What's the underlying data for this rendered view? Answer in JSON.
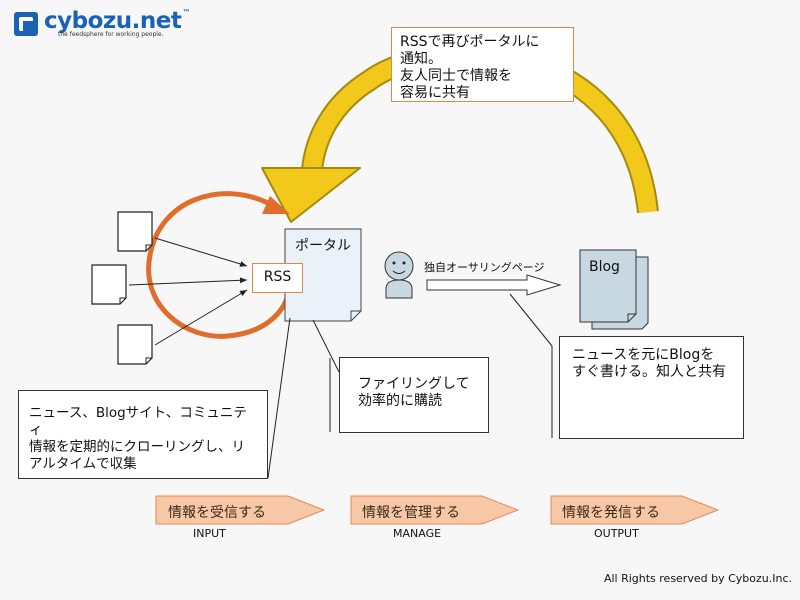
{
  "logo": {
    "name": "cybozu.net",
    "mark": "™",
    "tagline": "the feedsphere for working people."
  },
  "callouts": {
    "rss_notify": [
      "RSSで再びポータルに",
      "通知。",
      "友人同士で情報を",
      "容易に共有"
    ],
    "collect": [
      "ニュース、Blogサイト、コミュニティ",
      "情報を定期的にクローリングし、リ",
      "アルタイムで収集"
    ],
    "filing": [
      "ファイリングして",
      "効率的に購読"
    ],
    "blog_write": [
      "ニュースを元にBlogを",
      "すぐ書ける。知人と共有"
    ]
  },
  "nodes": {
    "portal": "ポータル",
    "rss": "RSS",
    "blog": "Blog",
    "own_page": "独自オーサリングページ"
  },
  "stages": [
    {
      "label": "情報を受信する",
      "sub": "INPUT"
    },
    {
      "label": "情報を管理する",
      "sub": "MANAGE"
    },
    {
      "label": "情報を発信する",
      "sub": "OUTPUT"
    }
  ],
  "colors": {
    "orange": "#e06d2c",
    "yellow": "#f2c81a",
    "yellow_stroke": "#a68a10",
    "stage_fill": "#f7c7a6",
    "stage_stroke": "#e58a5a",
    "blog_fill": "#c8d8e2",
    "portal_fill": "#eaf1f8",
    "logo_blue": "#1a62b5"
  },
  "copyright": "All Rights reserved by Cybozu.Inc."
}
